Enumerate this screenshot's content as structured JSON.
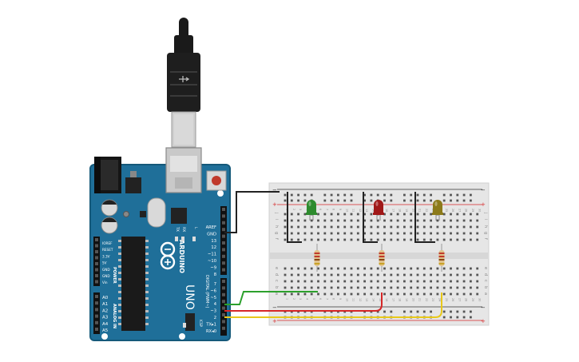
{
  "board": {
    "brand": "ARDUINO",
    "model": "UNO",
    "header_title": "DIGITAL (PWM~)",
    "power_title": "POWER",
    "analog_title": "ANALOG IN",
    "icsp_label": "ICSP",
    "tx_led": "TX",
    "rx_led": "RX",
    "l_led": "L",
    "on_label": "ON",
    "top_pins": [
      "AREF",
      "GND",
      "13",
      "12",
      "~11",
      "~10",
      "~9",
      "8"
    ],
    "bottom_pins": [
      "7",
      "~6",
      "~5",
      "4",
      "~3",
      "2",
      "TX▸1",
      "RX◂0"
    ],
    "power_pins": [
      "IOREF",
      "RESET",
      "3.3V",
      "5V",
      "GND",
      "GND",
      "Vin"
    ],
    "analog_pins": [
      "A0",
      "A1",
      "A2",
      "A3",
      "A4",
      "A5"
    ]
  },
  "breadboard": {
    "columns": 30,
    "row_letters_top": [
      "j",
      "i",
      "h",
      "g",
      "f"
    ],
    "row_letters_bottom": [
      "e",
      "d",
      "c",
      "b",
      "a"
    ],
    "rail_plus": "+",
    "rail_minus": "−",
    "column_numbers": [
      "1",
      "2",
      "3",
      "4",
      "5",
      "6",
      "7",
      "8",
      "9",
      "10",
      "11",
      "12",
      "13",
      "14",
      "15",
      "16",
      "17",
      "18",
      "19",
      "20",
      "21",
      "22",
      "23",
      "24",
      "25",
      "26",
      "27",
      "28",
      "29",
      "30"
    ]
  },
  "leds": [
    {
      "color": "green",
      "hex": "#2e8b2e"
    },
    {
      "color": "red",
      "hex": "#a01818"
    },
    {
      "color": "yellow",
      "hex": "#8c7a1a"
    }
  ],
  "wires": [
    {
      "from": "GND",
      "to": "breadboard negative rail",
      "color": "#222222"
    },
    {
      "from": "pin 4",
      "to": "green LED resistor",
      "color": "#2ca02c"
    },
    {
      "from": "pin 3",
      "to": "red LED resistor",
      "color": "#d62728"
    },
    {
      "from": "pin 2",
      "to": "yellow LED resistor",
      "color": "#e8c81a"
    }
  ],
  "colors": {
    "board": "#1f6f99",
    "board_dark": "#155677",
    "breadboard": "#e8e8e8",
    "rail_red": "#d62728",
    "rail_dark": "#333333",
    "usb": "#1a1a1a"
  }
}
